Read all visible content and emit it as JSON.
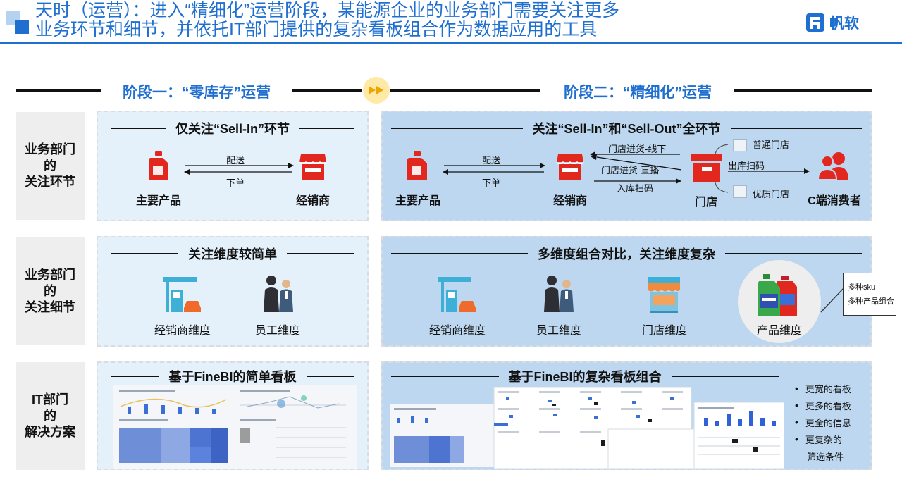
{
  "header": {
    "title_line1": "天时（运营）：进入“精细化”运营阶段，某能源企业的业务部门需要关注更多",
    "title_line2": "业务环节和细节，并依托IT部门提供的复杂看板组合作为数据应用的工具",
    "logo_text": "帆软"
  },
  "stages": {
    "stage1": "阶段一：“零库存”运营",
    "stage2": "阶段二：“精细化”运营"
  },
  "row_labels": {
    "row1": [
      "业务部门",
      "的",
      "关注环节"
    ],
    "row2": [
      "业务部门",
      "的",
      "关注细节"
    ],
    "row3": [
      "IT部门",
      "的",
      "解决方案"
    ]
  },
  "row1_left": {
    "heading": "仅关注“Sell-In”环节",
    "product": "主要产品",
    "dealer": "经销商",
    "deliver": "配送",
    "order": "下单"
  },
  "row1_right": {
    "heading": "关注“Sell-In”和“Sell-Out”全环节",
    "product": "主要产品",
    "dealer": "经销商",
    "deliver": "配送",
    "order": "下单",
    "store_in_offline": "门店进货-线下",
    "store_in_live": "门店进货-直播",
    "scan_in": "入库扫码",
    "store": "门店",
    "normal_store": "普通门店",
    "quality_store": "优质门店",
    "scan_out": "出库扫码",
    "consumer": "C端消费者"
  },
  "row2_left": {
    "heading": "关注维度较简单",
    "dealer_dim": "经销商维度",
    "staff_dim": "员工维度"
  },
  "row2_right": {
    "heading": "多维度组合对比，关注维度复杂",
    "dealer_dim": "经销商维度",
    "staff_dim": "员工维度",
    "store_dim": "门店维度",
    "product_dim": "产品维度",
    "callout_line1": "多种sku",
    "callout_line2": "多种产品组合"
  },
  "row3_left": {
    "heading": "基于FineBI的简单看板"
  },
  "row3_right": {
    "heading": "基于FineBI的复杂看板组合",
    "bullets": [
      "更宽的看板",
      "更多的看板",
      "更全的信息",
      "更复杂的",
      "筛选条件"
    ]
  },
  "colors": {
    "brand_blue": "#1f6fd1",
    "icon_red": "#e2271e",
    "left_panel": "#e4f1fb",
    "right_panel": "#bcd7ef"
  }
}
